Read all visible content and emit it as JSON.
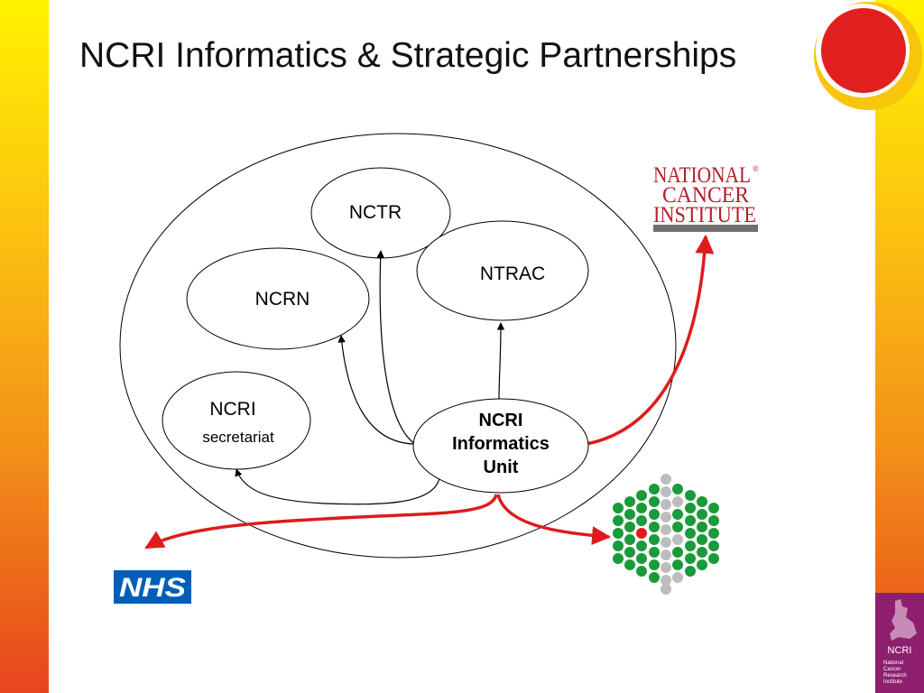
{
  "slide": {
    "title": "NCRI Informatics & Strategic Partnerships"
  },
  "nodes": {
    "nctr": "NCTR",
    "ntrac": "NTRAC",
    "ncrn": "NCRN",
    "ncri_secretariat_line1": "NCRI",
    "ncri_secretariat_line2": "secretariat",
    "informatics_line1": "NCRI",
    "informatics_line2": "Informatics",
    "informatics_line3": "Unit"
  },
  "logos": {
    "nci_line1": "NATIONAL",
    "nci_line2": "CANCER",
    "nci_line3": "INSTITUTE",
    "nci_mark": "®",
    "nhs": "NHS",
    "ncri_name": "NCRI",
    "ncri_sub1": "National",
    "ncri_sub2": "Cancer",
    "ncri_sub3": "Research",
    "ncri_sub4": "Institute"
  },
  "colors": {
    "accent_red": "#dd1c1c",
    "nhs_blue": "#005eb8",
    "nci_red": "#b3202a",
    "cluster_green": "#1a9a3a",
    "cluster_grey": "#bdbdbd",
    "ncri_purple": "#8e1f6e"
  }
}
